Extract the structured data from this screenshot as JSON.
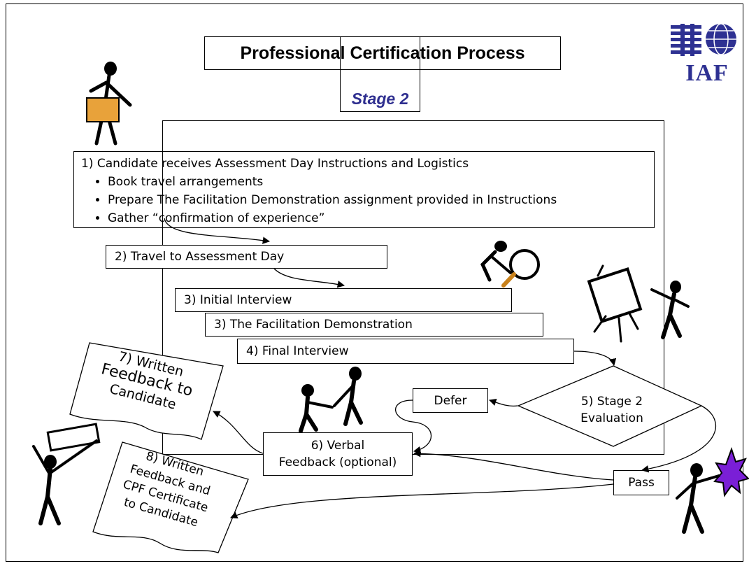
{
  "title": "Professional Certification Process",
  "stage": "Stage 2",
  "logo": {
    "text": "IAF",
    "color": "#2e3192"
  },
  "step1": {
    "heading": "1)  Candidate receives Assessment Day Instructions and Logistics",
    "bullets": [
      "Book travel arrangements",
      "Prepare The Facilitation Demonstration  assignment provided in Instructions",
      "Gather “confirmation of experience”"
    ]
  },
  "step2": "2) Travel to Assessment Day",
  "step3a": "3)  Initial Interview",
  "step3b": "3)  The Facilitation Demonstration",
  "step4": "4)  Final Interview",
  "step5": {
    "line1": "5)  Stage 2",
    "line2": "Evaluation"
  },
  "defer": "Defer",
  "step6": {
    "line1": "6)  Verbal",
    "line2": "Feedback (optional)"
  },
  "pass": "Pass",
  "step7": {
    "line1": "7) Written",
    "line2": "Feedback to",
    "line3": "Candidate"
  },
  "step8": {
    "line1": "8) Written",
    "line2": "Feedback and",
    "line3": "CPF Certificate",
    "line4": "to Candidate"
  },
  "colors": {
    "stage_text": "#2e2e8f",
    "box_fill": "#e8a23a",
    "ribbon": "#7a1fd6"
  }
}
